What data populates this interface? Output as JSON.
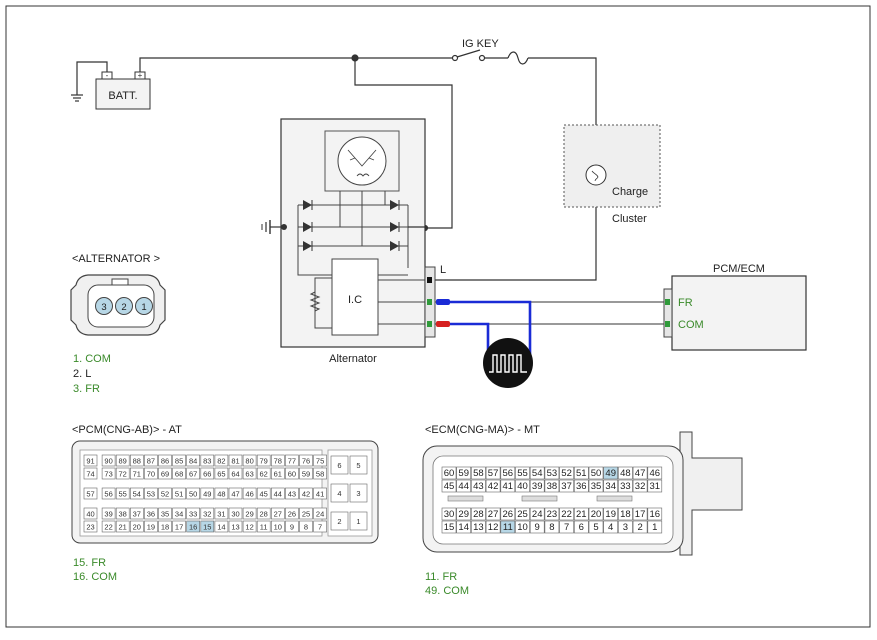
{
  "wiring": {
    "ig_key": "IG KEY",
    "battery": "BATT.",
    "alternator_box": "Alternator",
    "ic_label": "I.C",
    "l_terminal": "L",
    "cluster_lamp": "Charge",
    "cluster_label": "Cluster",
    "pcm_ecm_title": "PCM/ECM",
    "pcm_fr": "FR",
    "pcm_com": "COM"
  },
  "alternator_connector": {
    "title": "<ALTERNATOR >",
    "pins": [
      "3",
      "2",
      "1"
    ],
    "legend": [
      {
        "text": "1. COM",
        "color": "#3a8a2a"
      },
      {
        "text": "2. L",
        "color": "#222222"
      },
      {
        "text": "3. FR",
        "color": "#3a8a2a"
      }
    ]
  },
  "pcm_connector": {
    "title": "<PCM(CNG-AB)> - AT",
    "row1": [
      "91",
      "90",
      "89",
      "88",
      "87",
      "86",
      "85",
      "84",
      "83",
      "82",
      "81",
      "80",
      "79",
      "78",
      "77",
      "76",
      "75"
    ],
    "row2": [
      "74",
      "73",
      "72",
      "71",
      "70",
      "69",
      "68",
      "67",
      "66",
      "65",
      "64",
      "63",
      "62",
      "61",
      "60",
      "59",
      "58"
    ],
    "row3": [
      "57",
      "56",
      "55",
      "54",
      "53",
      "52",
      "51",
      "50",
      "49",
      "48",
      "47",
      "46",
      "45",
      "44",
      "43",
      "42",
      "41"
    ],
    "row4": [
      "40",
      "39",
      "38",
      "37",
      "36",
      "35",
      "34",
      "33",
      "32",
      "31",
      "30",
      "29",
      "28",
      "27",
      "26",
      "25",
      "24"
    ],
    "row5": [
      "23",
      "22",
      "21",
      "20",
      "19",
      "18",
      "17",
      "16",
      "15",
      "14",
      "13",
      "12",
      "11",
      "10",
      "9",
      "8",
      "7"
    ],
    "side": [
      [
        "6",
        "5"
      ],
      [
        "4",
        "3"
      ],
      [
        "2",
        "1"
      ]
    ],
    "legend": [
      "15. FR",
      "16. COM"
    ]
  },
  "ecm_connector": {
    "title": "<ECM(CNG-MA)> - MT",
    "row1": [
      "60",
      "59",
      "58",
      "57",
      "56",
      "55",
      "54",
      "53",
      "52",
      "51",
      "50",
      "49",
      "48",
      "47",
      "46"
    ],
    "row2": [
      "45",
      "44",
      "43",
      "42",
      "41",
      "40",
      "39",
      "38",
      "37",
      "36",
      "35",
      "34",
      "33",
      "32",
      "31"
    ],
    "row3": [
      "30",
      "29",
      "28",
      "27",
      "26",
      "25",
      "24",
      "23",
      "22",
      "21",
      "20",
      "19",
      "18",
      "17",
      "16"
    ],
    "row4": [
      "15",
      "14",
      "13",
      "12",
      "11",
      "10",
      "9",
      "8",
      "7",
      "6",
      "5",
      "4",
      "3",
      "2",
      "1"
    ],
    "legend": [
      "11. FR",
      "49. COM"
    ]
  },
  "colors": {
    "line": "#333333",
    "highlight_pin": "#b7d7e6",
    "legend_green": "#3a8a2a",
    "probe_blue": "#1a2bd6",
    "probe_red": "#d62020",
    "terminal_green": "#2f9a3a"
  }
}
